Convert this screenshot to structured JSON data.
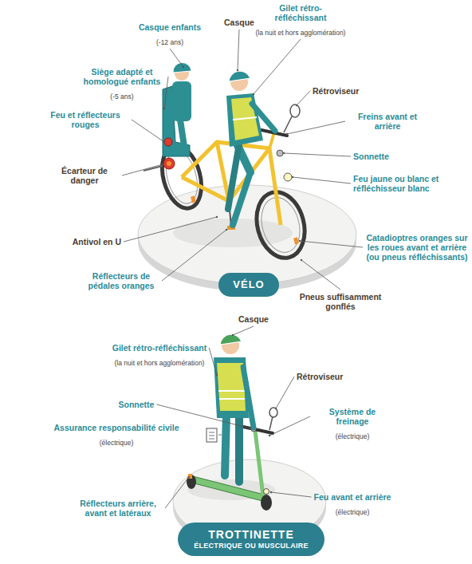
{
  "diagram": {
    "nodes": [
      {
        "text": [
          "VÉLO"
        ]
      },
      {
        "text": [
          "TROTTINETTE",
          "ÉLECTRIQUE OU MUSCULAIRE"
        ]
      }
    ],
    "labels": [
      "Casque enfants",
      "(-12 ans)",
      "Casque",
      "Gilet rétro-réfléchissant",
      "(la nuit et hors agglomération)",
      "Siège adapté et homologué enfants",
      "(-5 ans)",
      "Rétroviseur",
      "Feu et réflecteurs rouges",
      "Freins avant et arrière",
      "Sonnette",
      "Écarteur de danger",
      "Feu jaune ou blanc et réfléchisseur blanc",
      "Antivol en U",
      "Catadioptres oranges sur les roues avant et arrière (ou pneus réfléchissants)",
      "Réflecteurs de pédales oranges",
      "Pneus suffisamment gonflés",
      "Casque",
      "Gilet rétro-réfléchissant",
      "(la nuit et hors agglomération)",
      "Rétroviseur",
      "Sonnette",
      "Système de freinage",
      "(électrique)",
      "Assurance responsabilité civile",
      "(électrique)",
      "Feu avant et arrière",
      "(électrique)",
      "Réflecteurs arrière, avant et latéraux"
    ]
  }
}
